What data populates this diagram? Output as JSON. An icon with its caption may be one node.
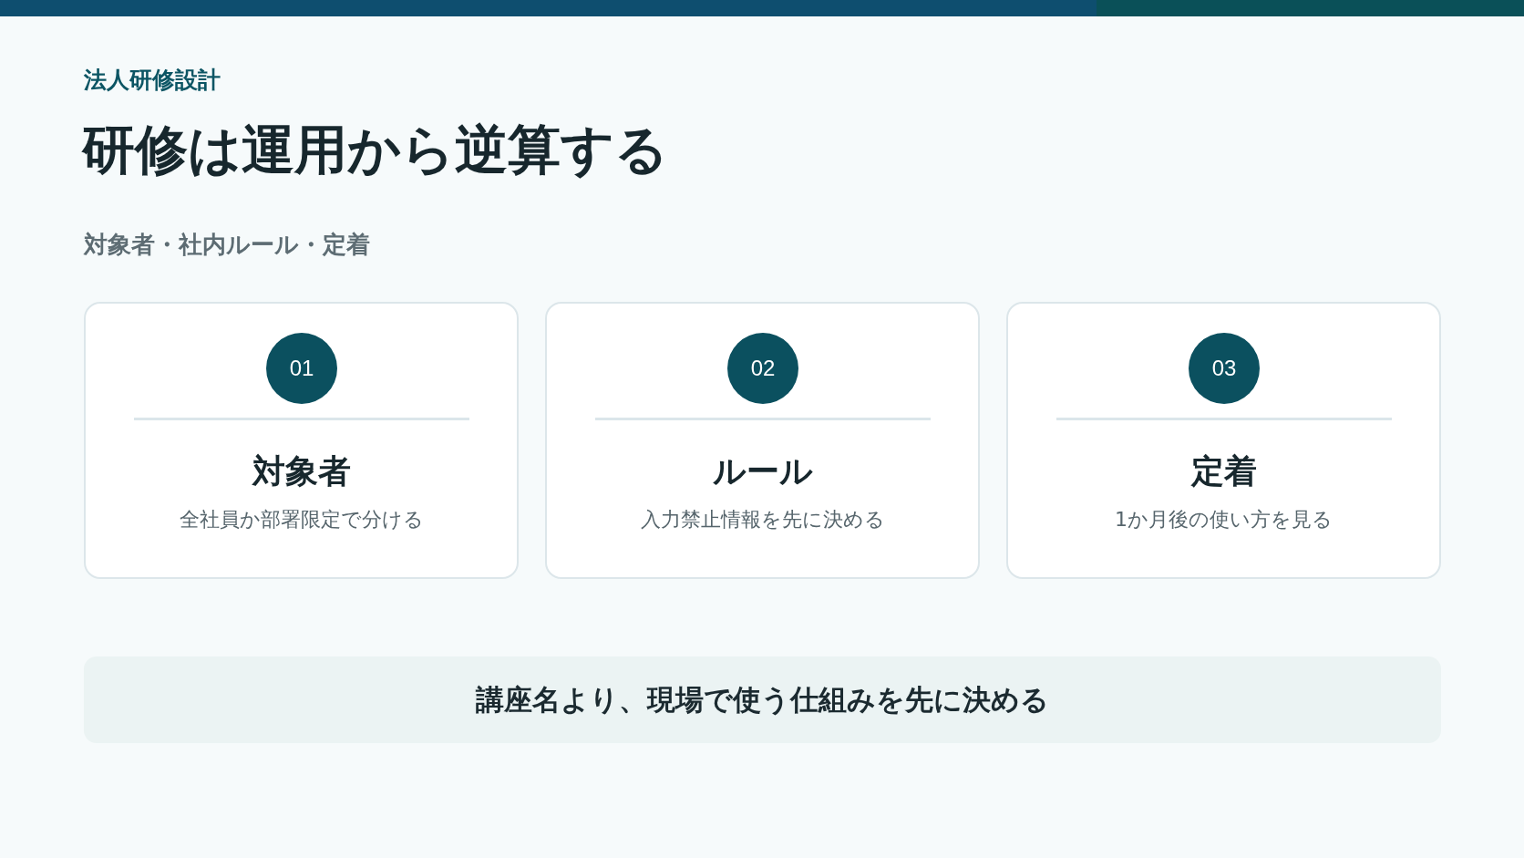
{
  "diagram": {
    "title": "研修は運用から逆算する",
    "nodes": [
      {
        "text": [
          "対象者",
          "全社員か部署限定で分ける"
        ]
      },
      {
        "text": [
          "01"
        ],
        "in": 0
      },
      {
        "text": [
          "ルール",
          "入力禁止情報を先に決める"
        ]
      },
      {
        "text": [
          "02"
        ],
        "in": 2
      },
      {
        "text": [
          "定着",
          "1か月後の使い方を見る"
        ]
      },
      {
        "text": [
          "03"
        ],
        "in": 4
      },
      {
        "text": [
          "講座名より、現場で使う仕組みを先に決める"
        ]
      }
    ],
    "labels": [
      "法人研修設計",
      "対象者・社内ルール・定着"
    ]
  }
}
